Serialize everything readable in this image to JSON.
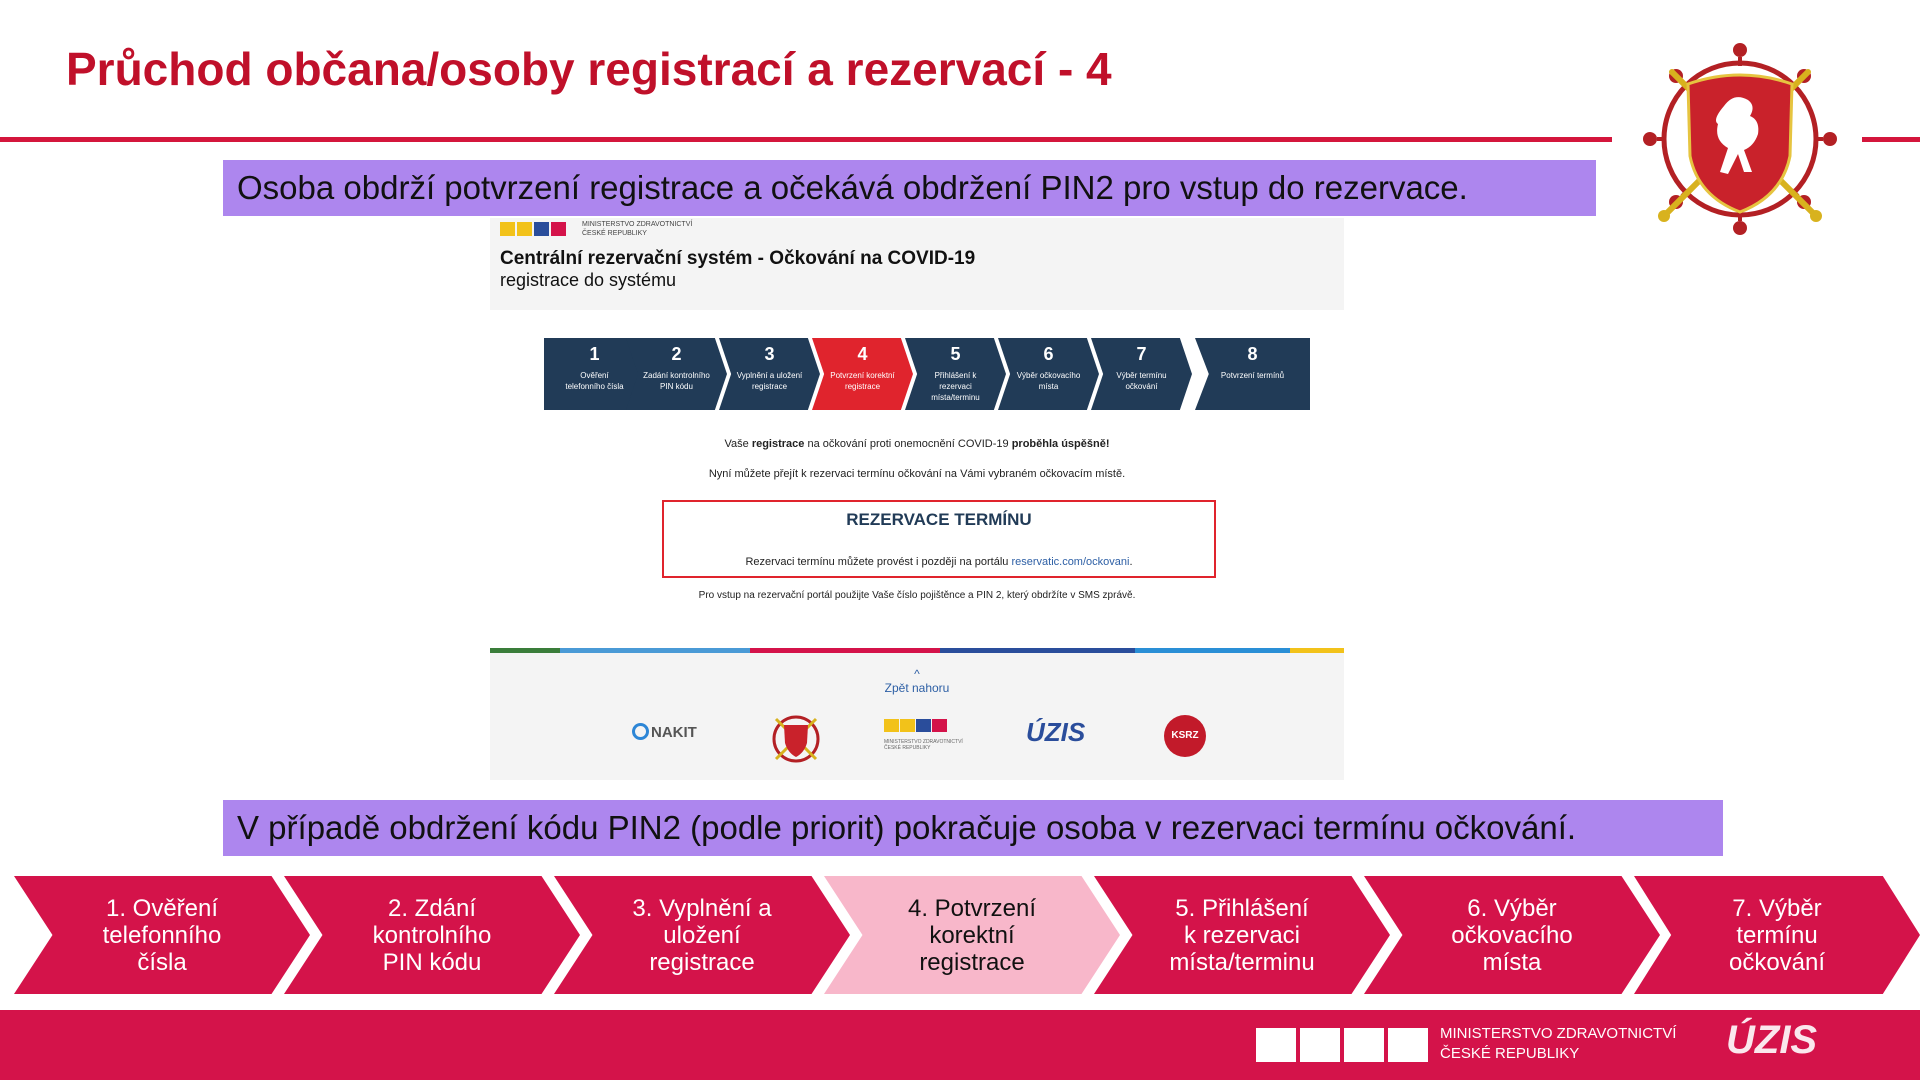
{
  "slide": {
    "title": "Průchod občana/osoby registrací a rezervací - 4",
    "callout_top": "Osoba obdrží potvrzení registrace a očekává obdržení PIN2 pro vstup do rezervace.",
    "callout_bottom": "V případě obdržení kódu PIN2 (podle priorit) pokračuje osoba v rezervaci termínu očkování."
  },
  "colors": {
    "title_red": "#c0102a",
    "accent": "#d4134a",
    "callout": "#ad86ee",
    "step_navy": "#213b57",
    "step_active": "#e0242d",
    "chevron_active": "#f8b7ca"
  },
  "screenshot": {
    "ministry_line1": "MINISTERSTVO ZDRAVOTNICTVÍ",
    "ministry_line2": "ČESKÉ REPUBLIKY",
    "title": "Centrální rezervační systém - Očkování na COVID-19",
    "subtitle": "registrace do systému",
    "steps": [
      {
        "num": "1",
        "label": "Ověření telefonního čísla",
        "active": false
      },
      {
        "num": "2",
        "label": "Zadání kontrolního PIN kódu",
        "active": false
      },
      {
        "num": "3",
        "label": "Vyplnění a uložení registrace",
        "active": false
      },
      {
        "num": "4",
        "label": "Potvrzení korektní registrace",
        "active": true
      },
      {
        "num": "5",
        "label": "Přihlášení k rezervaci místa/terminu",
        "active": false
      },
      {
        "num": "6",
        "label": "Výběr očkovacího místa",
        "active": false
      },
      {
        "num": "7",
        "label": "Výběr termínu očkování",
        "active": false
      },
      {
        "num": "8",
        "label": "Potvrzení termínů",
        "active": false
      }
    ],
    "msg1_pre": "Vaše ",
    "msg1_bold1": "registrace",
    "msg1_mid": " na očkování proti onemocnění COVID-19 ",
    "msg1_bold2": "proběhla úspěšně!",
    "msg2": "Nyní můžete přejít k rezervaci termínu očkování na Vámi vybraném očkovacím místě.",
    "reservation_title": "REZERVACE TERMÍNU",
    "reservation_text": "Rezervaci termínu můžete provést i později na portálu ",
    "reservation_link": "reservatic.com/ockovani",
    "msg3": "Pro vstup na rezervační portál použijte Vaše číslo pojištěnce a PIN 2, který obdržíte v SMS zprávě.",
    "back_to_top": "Zpět nahoru",
    "partners": {
      "nakit": "NAKIT",
      "uzis": "ÚZIS",
      "ksrz": "KSRZ",
      "mz_small_text": "MINISTERSTVO ZDRAVOTNICTVÍ ČESKÉ REPUBLIKY"
    }
  },
  "process_steps": [
    {
      "label": "1. Ověření telefonního čísla",
      "active": false
    },
    {
      "label": "2. Zdání kontrolního PIN kódu",
      "active": false
    },
    {
      "label": "3. Vyplnění  a uložení registrace",
      "active": false
    },
    {
      "label": "4. Potvrzení korektní registrace",
      "active": true
    },
    {
      "label": "5. Přihlášení k rezervaci místa/terminu",
      "active": false
    },
    {
      "label": "6. Výběr očkovacího místa",
      "active": false
    },
    {
      "label": "7. Výběr termínu očkování",
      "active": false
    }
  ],
  "footer": {
    "ministry_line1": "MINISTERSTVO ZDRAVOTNICTVÍ",
    "ministry_line2": "ČESKÉ REPUBLIKY",
    "uzis": "ÚZIS"
  }
}
